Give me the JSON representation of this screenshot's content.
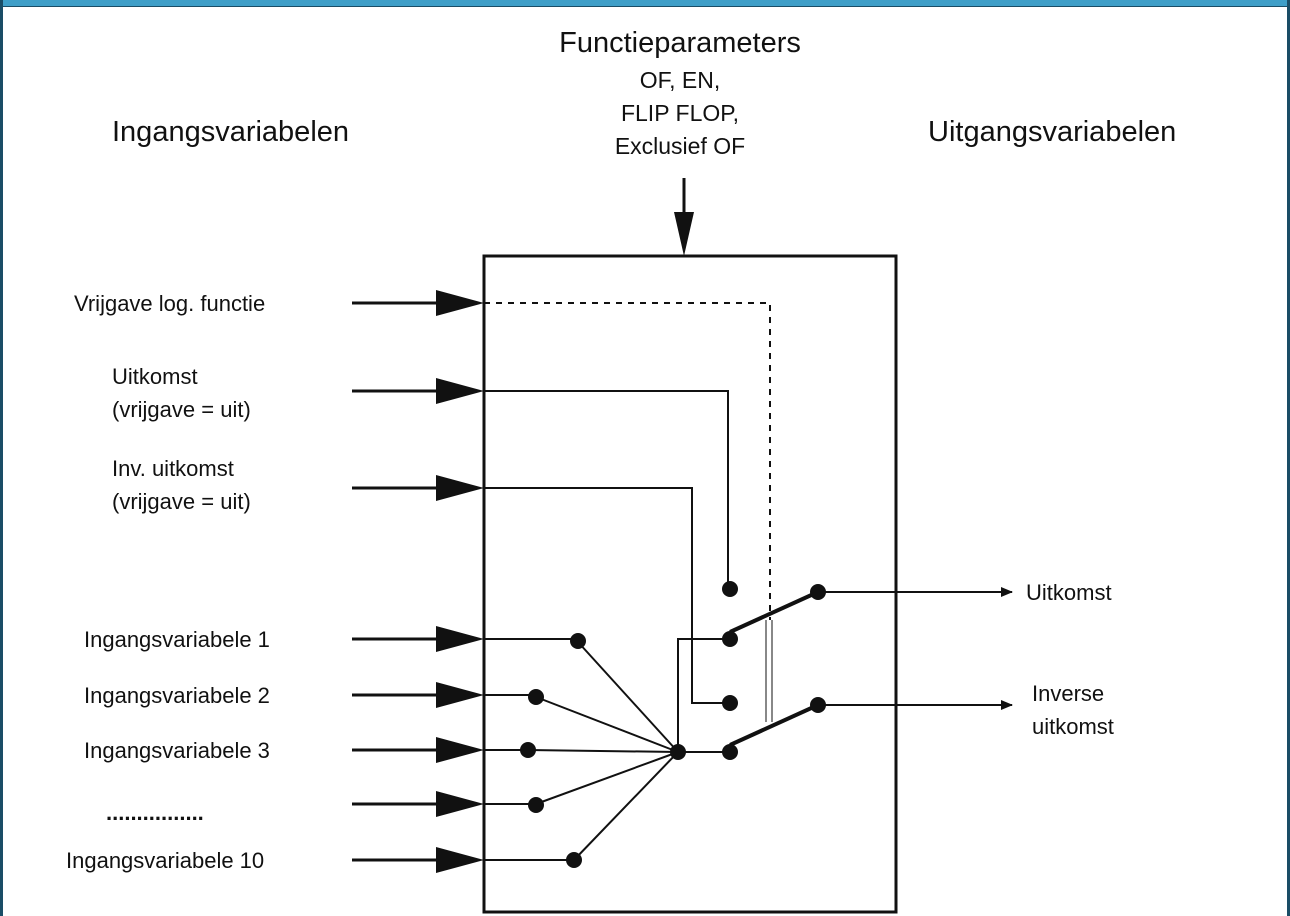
{
  "diagram": {
    "title": "Functieparameters",
    "function_params": [
      "OF, EN,",
      "FLIP FLOP,",
      "Exclusief OF"
    ],
    "input_header": "Ingangsvariabelen",
    "output_header": "Uitgangsvariabelen",
    "inputs": {
      "enable": "Vrijgave log. functie",
      "result_line1": "Uitkomst",
      "result_line2": "(vrijgave = uit)",
      "inv_result_line1": "Inv. uitkomst",
      "inv_result_line2": "(vrijgave = uit)",
      "var1": "Ingangsvariabele 1",
      "var2": "Ingangsvariabele 2",
      "var3": "Ingangsvariabele 3",
      "ellipsis": "................",
      "var10": "Ingangsvariabele 10"
    },
    "outputs": {
      "result": "Uitkomst",
      "inverse_line1": "Inverse",
      "inverse_line2": "uitkomst"
    }
  }
}
